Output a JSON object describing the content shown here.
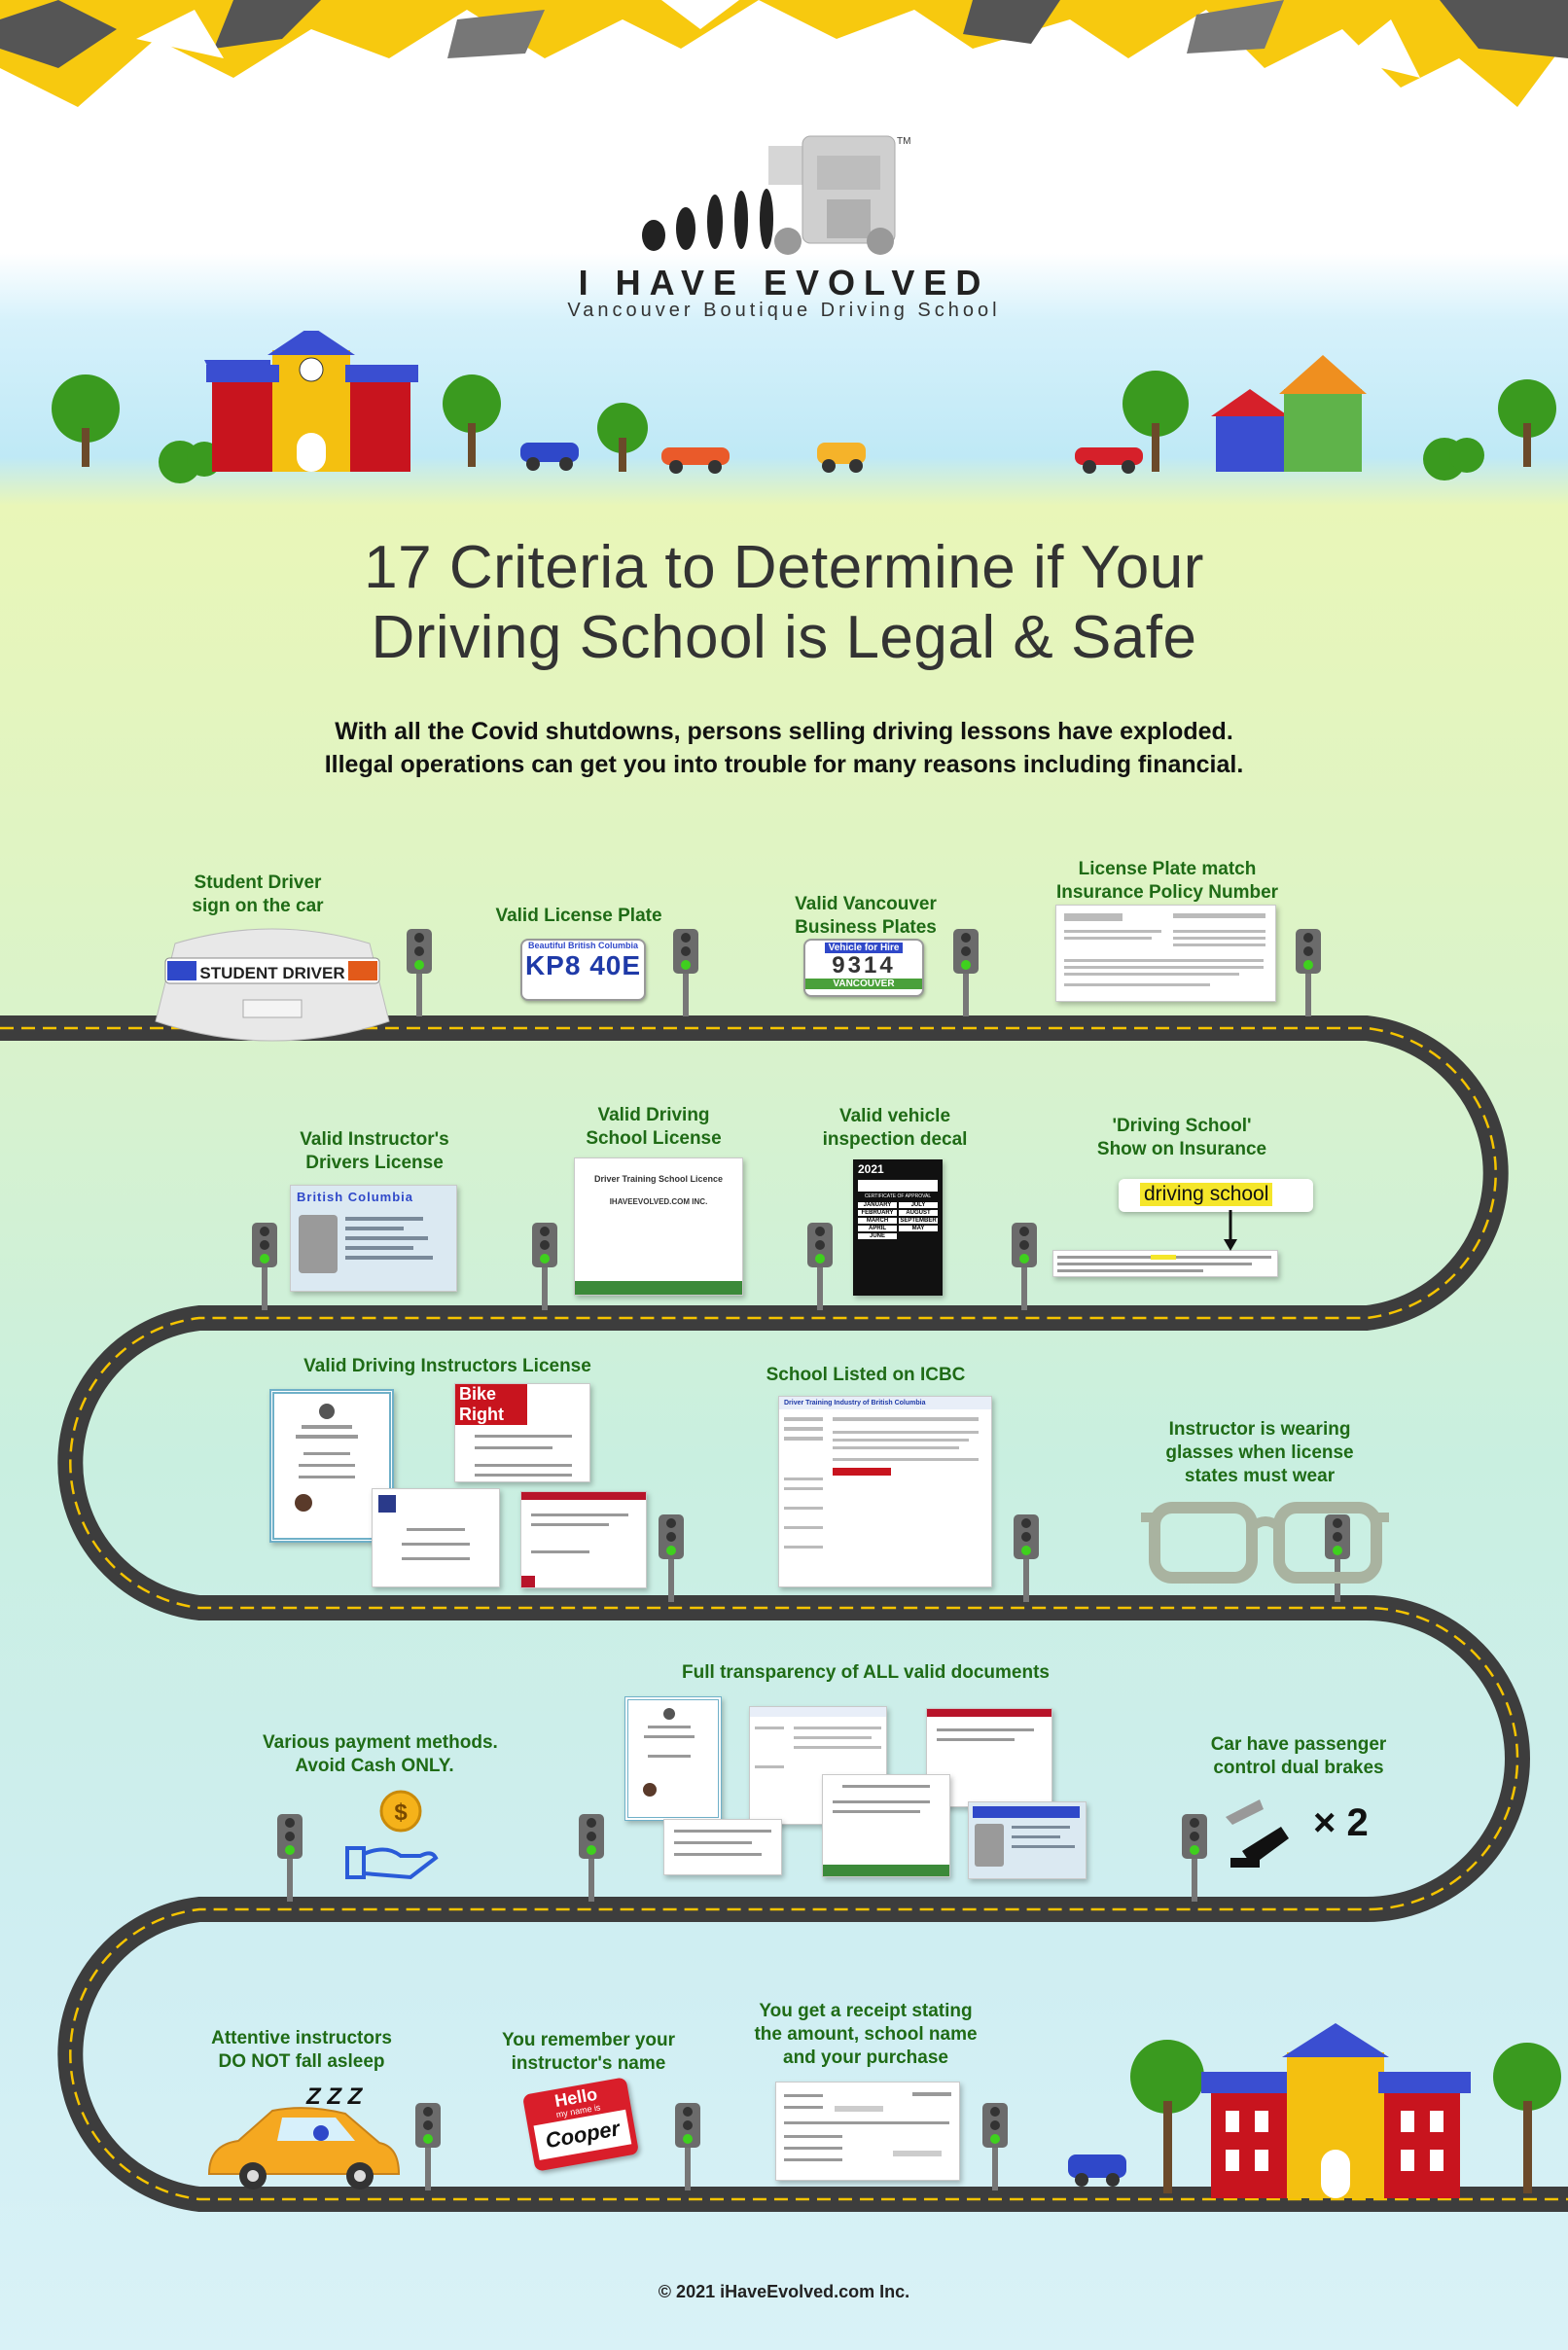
{
  "logo": {
    "brand": "I HAVE EVOLVED",
    "tagline": "Vancouver Boutique Driving School",
    "trademark": "TM"
  },
  "title": {
    "line1": "17 Criteria to Determine if Your",
    "line2": "Driving School is Legal & Safe"
  },
  "intro": {
    "line1": "With all the Covid shutdowns, persons selling driving lessons have exploded.",
    "line2": "Illegal operations can get you into trouble for many reasons including financial."
  },
  "criteria": {
    "c1": {
      "l1": "Student Driver",
      "l2": "sign on the car"
    },
    "c2": {
      "l1": "Valid License Plate"
    },
    "c3": {
      "l1": "Valid Vancouver",
      "l2": "Business Plates"
    },
    "c4": {
      "l1": "License Plate match",
      "l2": "Insurance Policy Number"
    },
    "c5": {
      "l1": "Valid Instructor's",
      "l2": "Drivers License"
    },
    "c6": {
      "l1": "Valid Driving",
      "l2": "School License"
    },
    "c7": {
      "l1": "Valid vehicle",
      "l2": "inspection decal"
    },
    "c8": {
      "l1": "'Driving School'",
      "l2": "Show on Insurance"
    },
    "c9": {
      "l1": "Valid Driving Instructors License"
    },
    "c10": {
      "l1": "School Listed on ICBC"
    },
    "c11": {
      "l1": "Instructor is wearing",
      "l2": "glasses when license",
      "l3": "states must wear"
    },
    "c12": {
      "l1": "Full transparency of ALL valid documents"
    },
    "c13": {
      "l1": "Various payment methods.",
      "l2": "Avoid Cash ONLY."
    },
    "c14": {
      "l1": "Car have passenger",
      "l2": "control dual brakes"
    },
    "c15": {
      "l1": "Attentive instructors",
      "l2": "DO NOT fall asleep"
    },
    "c16": {
      "l1": "You remember your",
      "l2": "instructor's name"
    },
    "c17": {
      "l1": "You get a receipt stating",
      "l2": "the amount, school name",
      "l3": "and your purchase"
    }
  },
  "images": {
    "car_sign": "STUDENT DRIVER",
    "plate": "KP8 40E",
    "plate_top": "Beautiful British Columbia",
    "biz_plate_top": "Vehicle for Hire",
    "biz_plate_num": "9314",
    "biz_plate_city": "VANCOUVER",
    "insurance_highlight": "driving school",
    "decal_year": "2021",
    "decal_title": "CERTIFICATE OF APPROVAL",
    "decal_months": [
      "JANUARY",
      "JULY",
      "FEBRUARY",
      "AUGUST",
      "MARCH",
      "SEPTEMBER",
      "APRIL",
      "MAY",
      "JUNE"
    ],
    "dl_header": "British Columbia",
    "school_license_title": "Driver Training School Licence",
    "school_license_company": "IHAVEEVOLVED.COM INC.",
    "bike_right": "Bike Right",
    "icbc_header": "Driver Training Industry of British Columbia",
    "dual_brakes_count": "× 2",
    "coin_symbol": "$",
    "zzz": "Z Z Z",
    "name_tag_hello": "Hello",
    "name_tag_sub": "my name is",
    "name_tag_name": "Cooper"
  },
  "footer": "© 2021 iHaveEvolved.com Inc.",
  "colors": {
    "label_green": "#1f6b16",
    "road": "#3a3a3a",
    "road_line": "#f5c400",
    "sky_top": "#ffffff",
    "grass": "#e6f5bd"
  }
}
